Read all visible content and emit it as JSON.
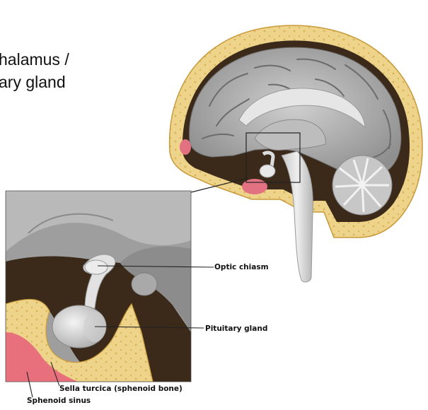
{
  "title": {
    "line1": "halamus /",
    "line2": "ary gland"
  },
  "labels": {
    "optic_chiasm": "Optic chiasm",
    "pituitary_gland": "Pituitary gland",
    "sella_turcica": "Sella turcica (sphenoid bone)",
    "sphenoid_sinus": "Sphenoid sinus"
  },
  "colors": {
    "bone": "#eed48a",
    "bone_edge": "#c99a3c",
    "dark_cavity": "#3b2a1a",
    "brain": "#a9a9a9",
    "brain_light": "#d6d6d6",
    "sinus_pink": "#e8707c",
    "line": "#222222"
  }
}
